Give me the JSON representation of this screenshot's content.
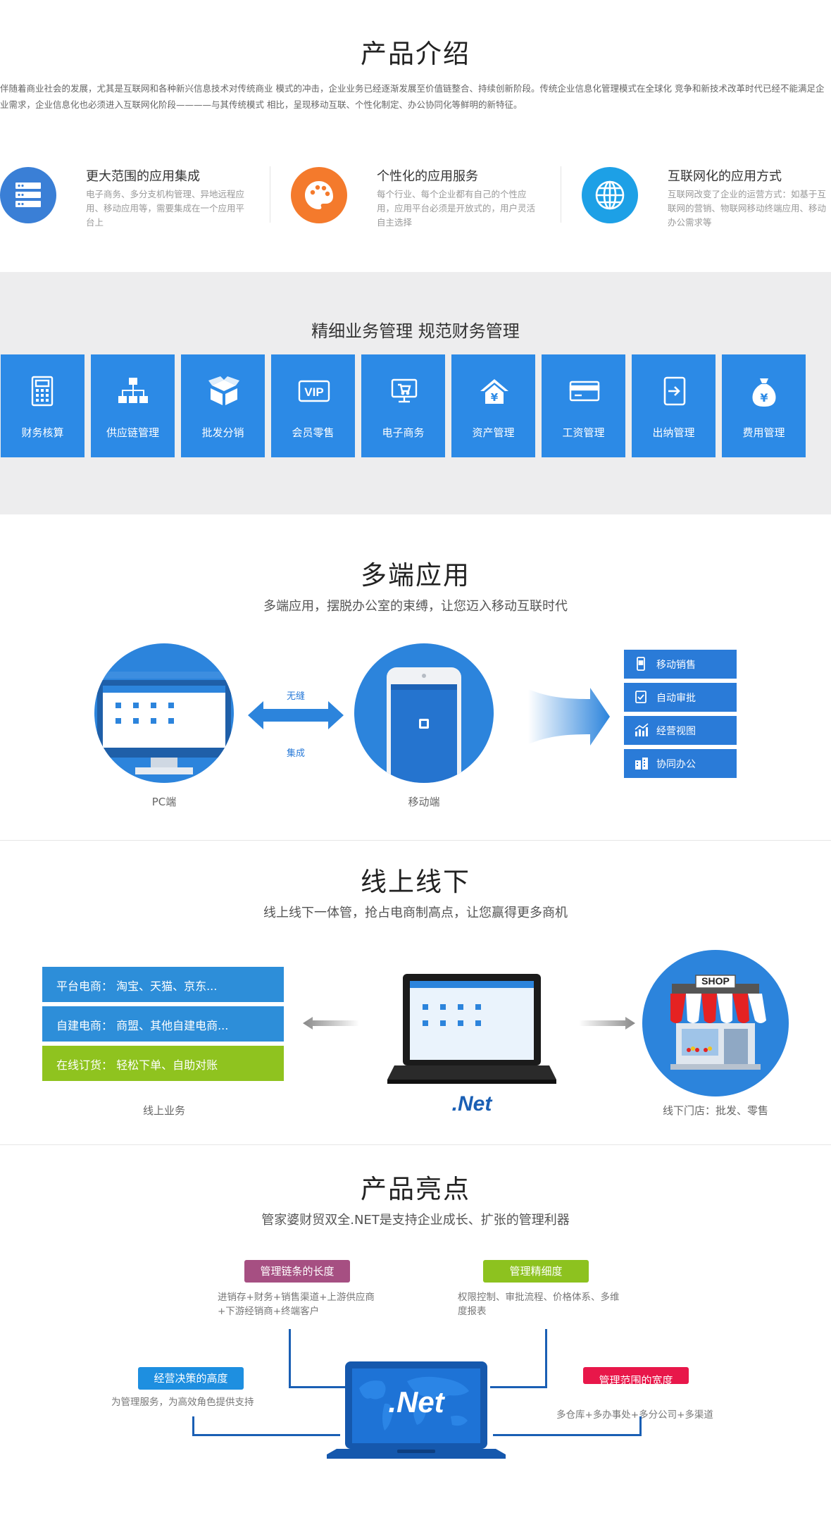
{
  "intro": {
    "title": "产品介绍",
    "text": "伴随着商业社会的发展，尤其是互联网和各种新兴信息技术对传统商业 模式的冲击，企业业务已经逐渐发展至价值链整合、持续创新阶段。传统企业信息化管理模式在全球化 竞争和新技术改革时代已经不能满足企业需求，企业信息化也必须进入互联网化阶段————与其传统模式 相比，呈现移动互联、个性化制定、办公协同化等鲜明的新特征。"
  },
  "features": [
    {
      "icon": "server-icon",
      "color": "#3a7fd6",
      "title": "更大范围的应用集成",
      "desc": "电子商务、多分支机构管理、异地远程应用、移动应用等，需要集成在一个应用平台上"
    },
    {
      "icon": "palette-icon",
      "color": "#f47a2c",
      "title": "个性化的应用服务",
      "desc": "每个行业、每个企业都有自己的个性应用，应用平台必须是开放式的，用户灵活自主选择"
    },
    {
      "icon": "globe-icon",
      "color": "#1da0e6",
      "title": "互联网化的应用方式",
      "desc": "互联网改变了企业的运营方式：如基于互联网的营销、物联网移动终端应用、移动办公需求等"
    }
  ],
  "management": {
    "title": "精细业务管理  规范财务管理",
    "modules": [
      {
        "icon": "calculator-icon",
        "label": "财务核算"
      },
      {
        "icon": "org-chart-icon",
        "label": "供应链管理"
      },
      {
        "icon": "box-icon",
        "label": "批发分销"
      },
      {
        "icon": "vip-icon",
        "label": "会员零售"
      },
      {
        "icon": "monitor-cart-icon",
        "label": "电子商务"
      },
      {
        "icon": "house-yen-icon",
        "label": "资产管理"
      },
      {
        "icon": "card-icon",
        "label": "工资管理"
      },
      {
        "icon": "exit-icon",
        "label": "出纳管理"
      },
      {
        "icon": "money-bag-icon",
        "label": "费用管理"
      }
    ]
  },
  "multi": {
    "title": "多端应用",
    "subtitle": "多端应用，摆脱办公室的束缚，让您迈入移动互联时代",
    "arrow_top": "无缝",
    "arrow_bottom": "集成",
    "pc_caption": "PC端",
    "mobile_caption": "移动端",
    "buttons": [
      {
        "icon": "phone-icon",
        "label": "移动销售"
      },
      {
        "icon": "approve-icon",
        "label": "自动审批"
      },
      {
        "icon": "chart-icon",
        "label": "经营视图"
      },
      {
        "icon": "office-icon",
        "label": "协同办公"
      }
    ]
  },
  "online": {
    "title": "线上线下",
    "subtitle": "线上线下一体管，抢占电商制高点，让您赢得更多商机",
    "bars": [
      {
        "label": "平台电商：  淘宝、天猫、京东...",
        "color": "#2d8ed9"
      },
      {
        "label": "自建电商：  商盟、其他自建电商...",
        "color": "#2d8ed9"
      },
      {
        "label": "在线订货：  轻松下单、自助对账",
        "color": "#8fc31f"
      }
    ],
    "online_caption": "线上业务",
    "laptop_label": ".Net",
    "shop_sign": "SHOP",
    "offline_caption": "线下门店：批发、零售"
  },
  "highlights": {
    "title": "产品亮点",
    "subtitle": "管家婆财贸双全.NET是支持企业成长、扩张的管理利器",
    "tags": [
      {
        "label": "管理链条的长度",
        "color": "#a64f82",
        "desc": "进销存+财务+销售渠道+上游供应商+下游经销商+终端客户"
      },
      {
        "label": "管理精细度",
        "color": "#8dc21f",
        "desc": "权限控制、审批流程、价格体系、多维度报表"
      },
      {
        "label": "经营决策的高度",
        "color": "#1e8fe0",
        "desc": "为管理服务，为高效角色提供支持"
      },
      {
        "label": "管理范围的宽度",
        "color": "#e8174a",
        "desc": "多仓库+多办事处+多分公司+多渠道"
      }
    ],
    "center_label": ".Net"
  }
}
